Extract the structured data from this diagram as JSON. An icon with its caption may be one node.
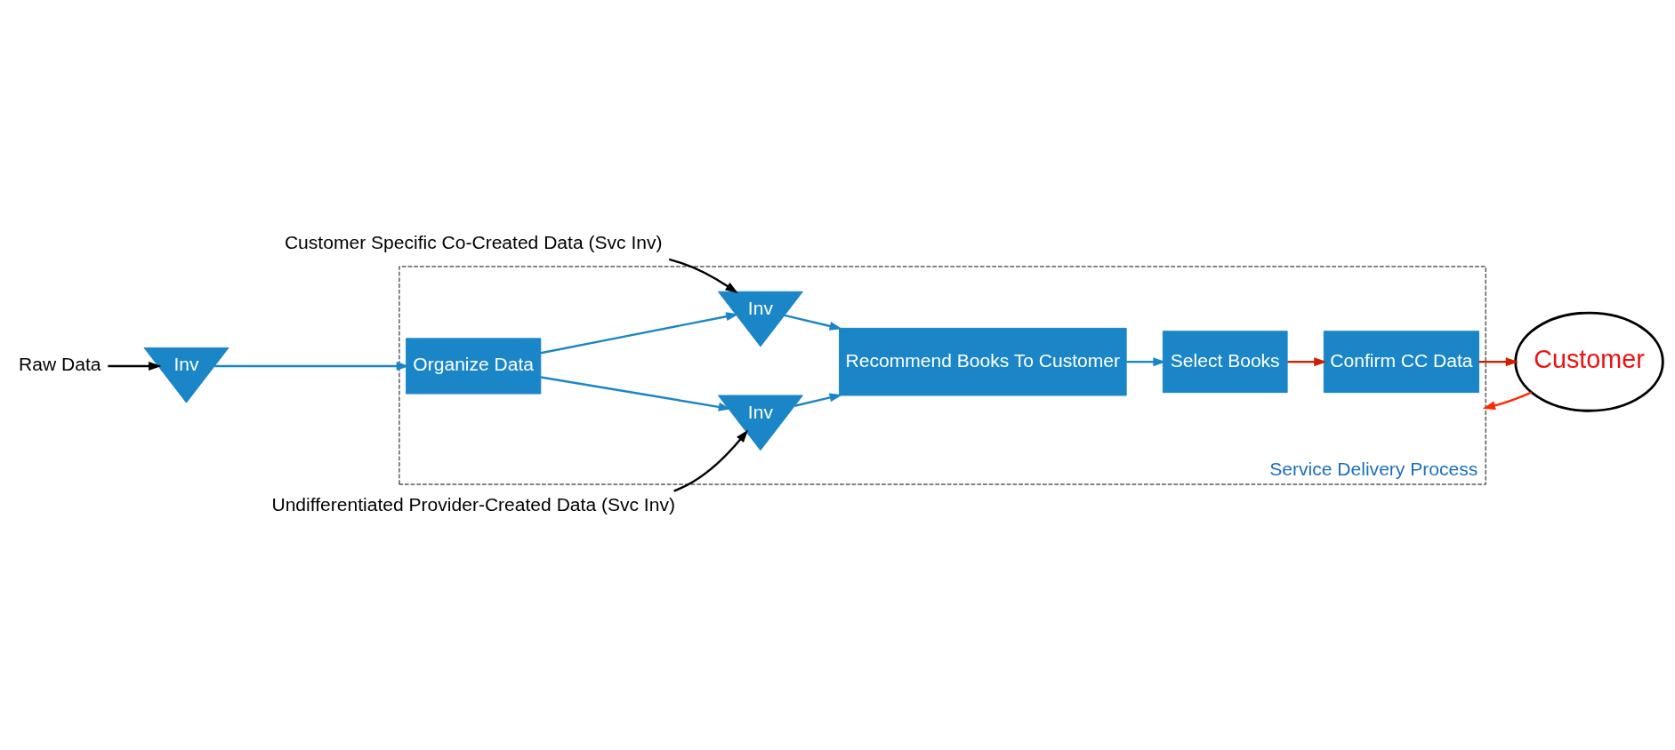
{
  "diagram": {
    "nodes": [
      {
        "text": [
          "Service Delivery Process"
        ]
      },
      {
        "text": [
          "Inv"
        ]
      },
      {
        "text": [
          "Organize Data"
        ],
        "in": 0
      },
      {
        "text": [
          "Inv"
        ],
        "in": 0
      },
      {
        "text": [
          "Inv"
        ],
        "in": 0
      },
      {
        "text": [
          "Recommend Books To Customer"
        ],
        "in": 0
      },
      {
        "text": [
          "Select Books"
        ],
        "in": 0
      },
      {
        "text": [
          "Confirm CC Data"
        ],
        "in": 0
      },
      {
        "text": [
          "Customer"
        ]
      },
      {
        "text": [
          "Customer Specific Co-Created Data (Svc Inv)"
        ]
      },
      {
        "text": [
          "Raw Data"
        ]
      },
      {
        "text": [
          "Undifferentiated Provider-Created Data (Svc Inv)"
        ]
      }
    ],
    "edges": [
      {
        "from": 1,
        "to": 2,
        "arrow": "to"
      },
      {
        "from": 2,
        "to": 3,
        "arrow": "to"
      },
      {
        "from": 2,
        "to": 4,
        "arrow": "to"
      },
      {
        "from": 3,
        "to": 5,
        "arrow": "to"
      },
      {
        "from": 4,
        "to": 5,
        "arrow": "to"
      },
      {
        "from": 5,
        "to": 6,
        "arrow": "to"
      },
      {
        "from": 6,
        "to": 7,
        "arrow": "to",
        "color": "#cc2200"
      },
      {
        "from": 7,
        "to": 8,
        "arrow": "to",
        "color": "#cc2200"
      },
      {
        "from": 8,
        "to": 0,
        "arrow": "to",
        "color": "#ff2a00"
      },
      {
        "from": 9,
        "to": 3,
        "arrow": "to",
        "color": "#000000"
      },
      {
        "from": 10,
        "to": 1,
        "arrow": "to",
        "color": "#000000"
      },
      {
        "from": 11,
        "to": 4,
        "arrow": "to",
        "color": "#000000"
      }
    ]
  }
}
